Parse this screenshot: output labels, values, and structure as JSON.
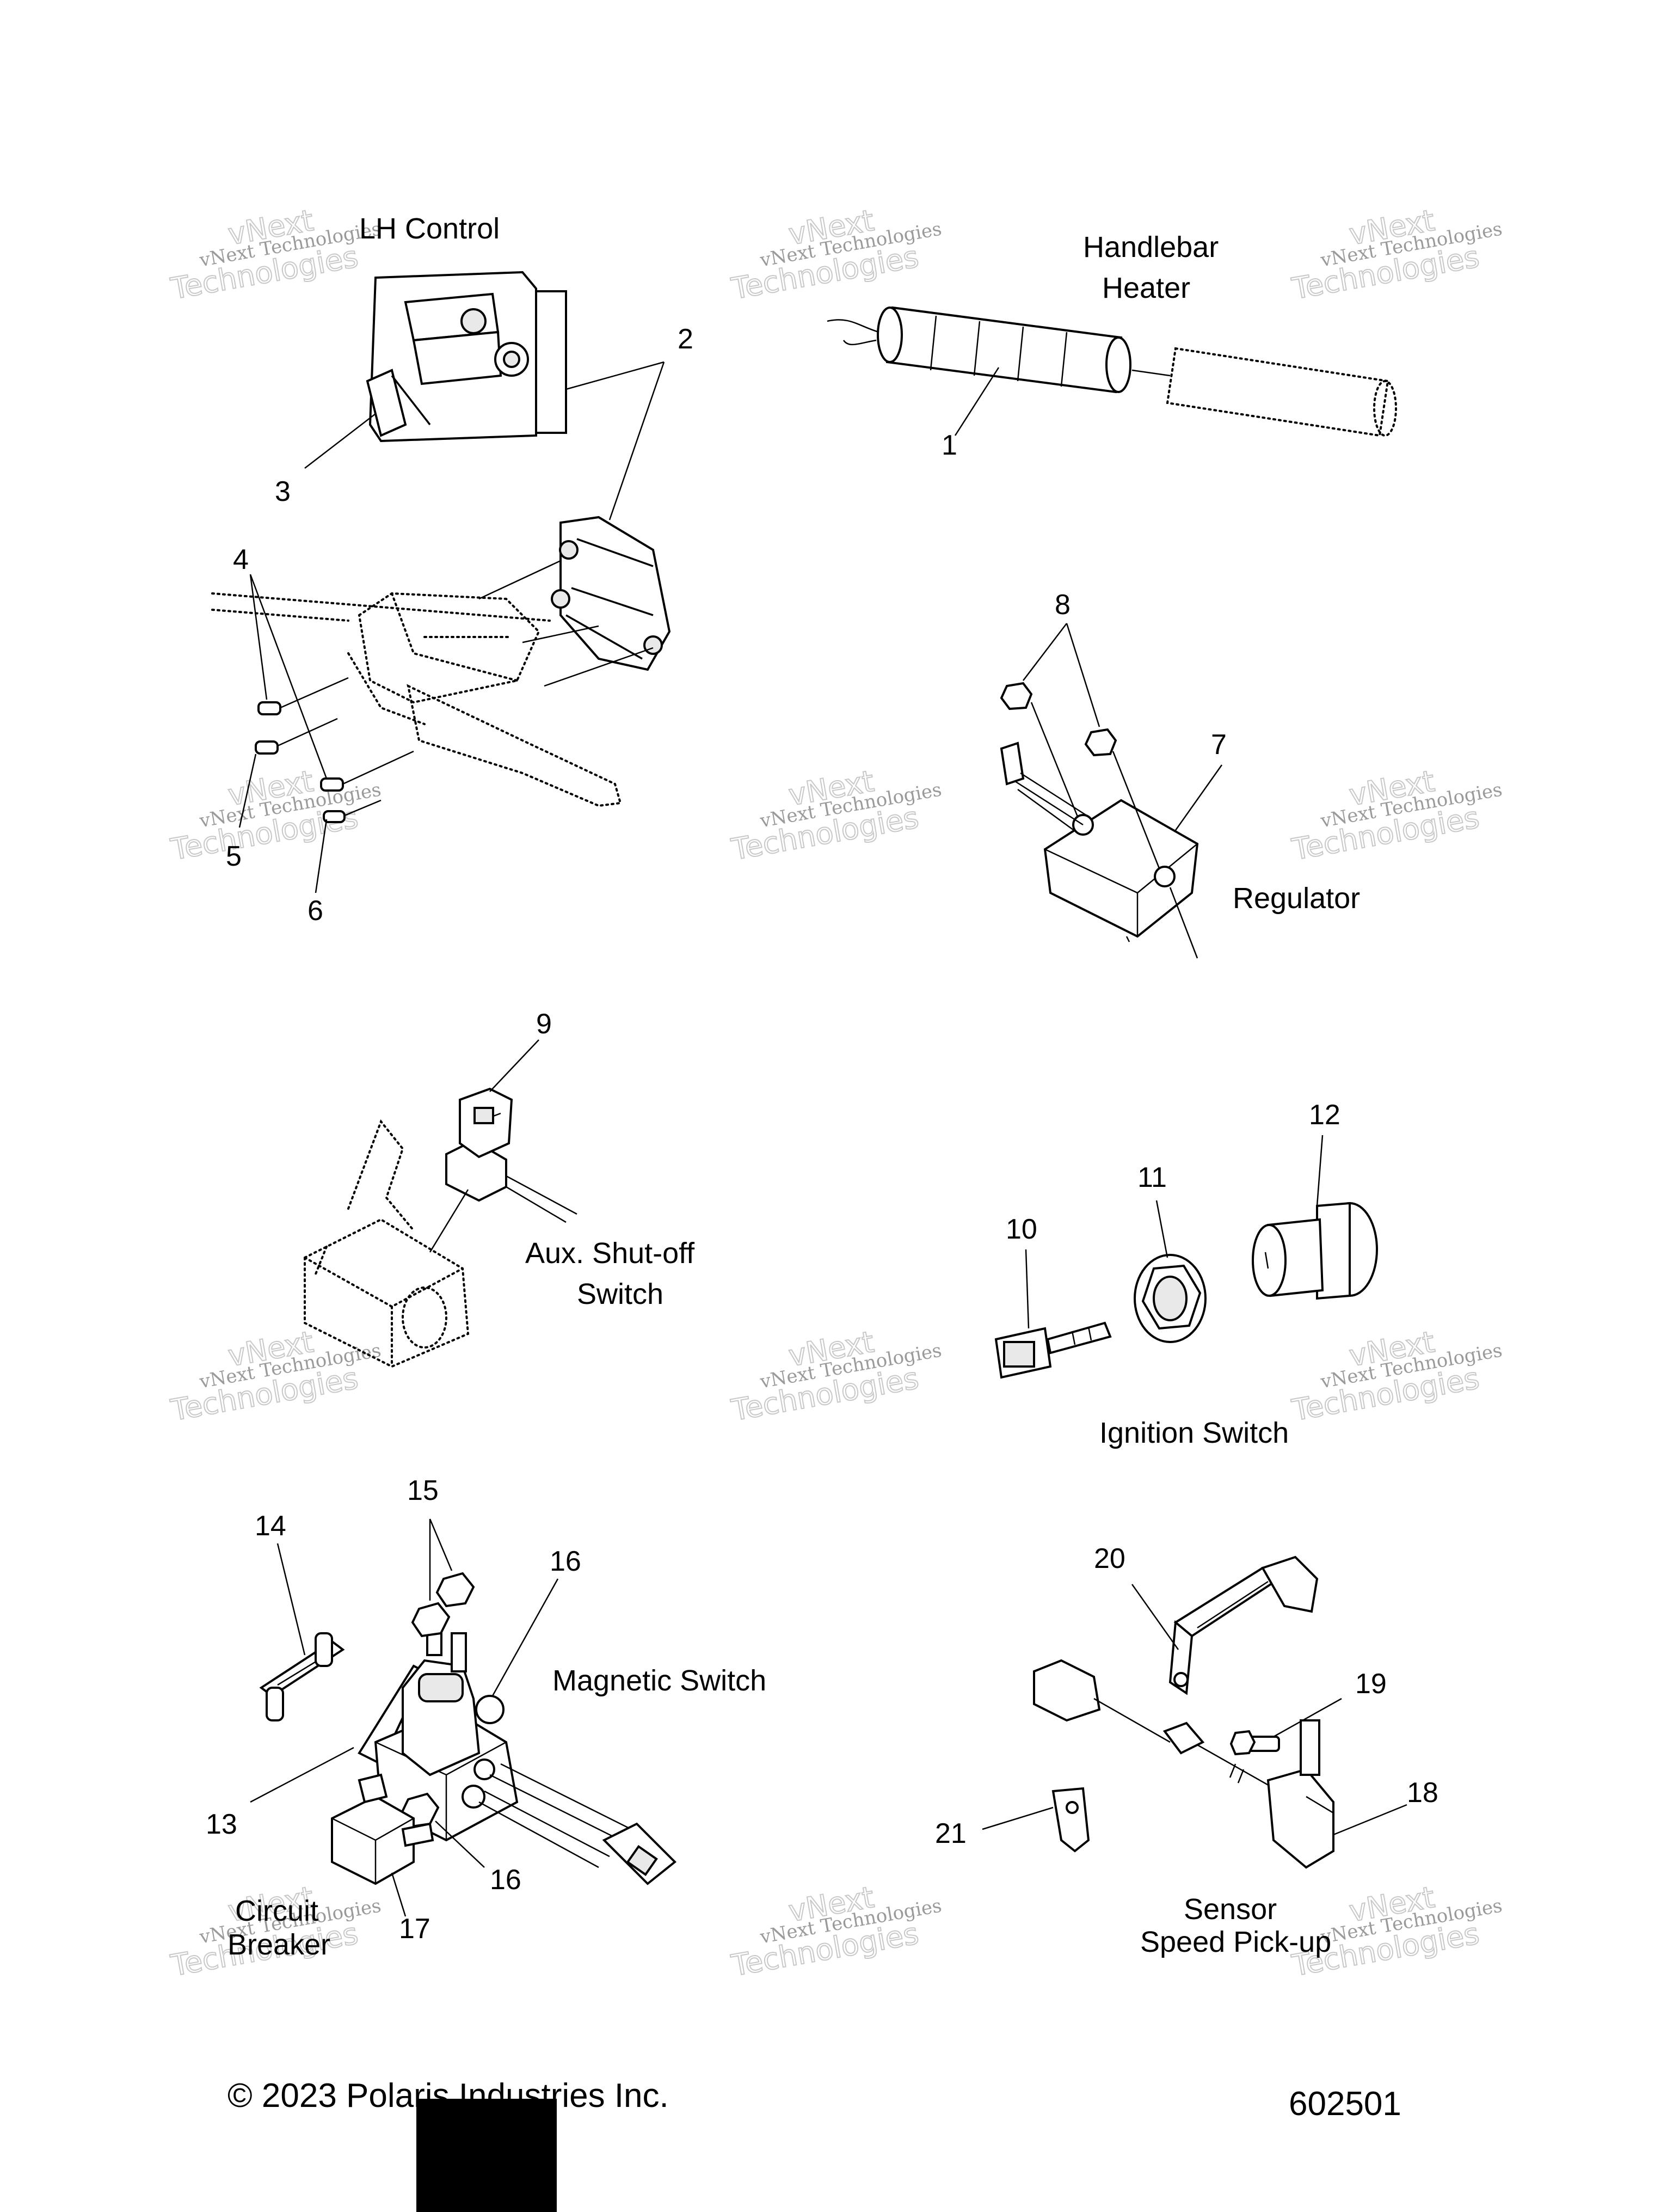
{
  "labels": {
    "lh_control": "LH Control",
    "handlebar_heater_1": "Handlebar",
    "handlebar_heater_2": "Heater",
    "regulator": "Regulator",
    "aux_shutoff_1": "Aux. Shut-off",
    "aux_shutoff_2": "Switch",
    "ignition_switch": "Ignition Switch",
    "magnetic_switch": "Magnetic Switch",
    "circuit_breaker_1": "Circuit",
    "circuit_breaker_2": "Breaker",
    "sensor_1": "Sensor",
    "sensor_2": "Speed Pick-up"
  },
  "callouts": [
    "1",
    "2",
    "3",
    "4",
    "5",
    "6",
    "7",
    "8",
    "9",
    "10",
    "11",
    "12",
    "13",
    "14",
    "15",
    "16",
    "16",
    "17",
    "18",
    "19",
    "20",
    "21"
  ],
  "watermark": {
    "line1": "vNext Technologies",
    "line2": "vNext",
    "line3": "Technologies"
  },
  "footer": {
    "copyright": "© 2023 Polaris Industries Inc.",
    "diagram_number": "602501"
  }
}
